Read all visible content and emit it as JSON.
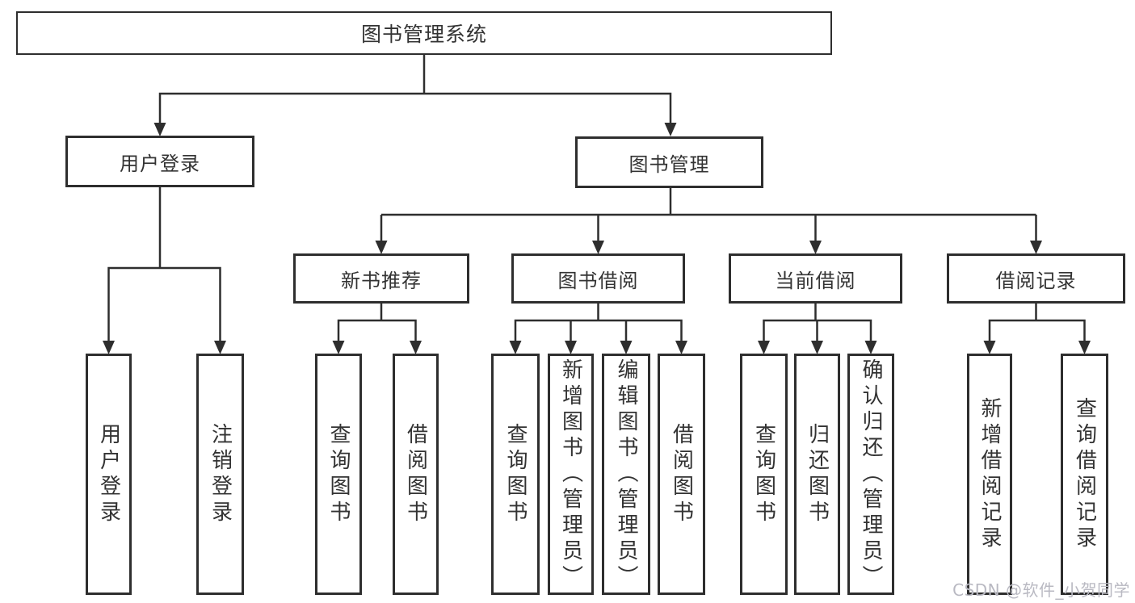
{
  "diagram": {
    "root": {
      "label": "图书管理系统"
    },
    "user_login": {
      "label": "用户登录",
      "children": [
        {
          "label": "用户登录"
        },
        {
          "label": "注销登录"
        }
      ]
    },
    "book_mgmt": {
      "label": "图书管理",
      "sections": [
        {
          "label": "新书推荐",
          "children": [
            {
              "label": "查询图书"
            },
            {
              "label": "借阅图书"
            }
          ]
        },
        {
          "label": "图书借阅",
          "children": [
            {
              "label": "查询图书"
            },
            {
              "label": "新增图书（管理员）"
            },
            {
              "label": "编辑图书（管理员）"
            },
            {
              "label": "借阅图书"
            }
          ]
        },
        {
          "label": "当前借阅",
          "children": [
            {
              "label": "查询图书"
            },
            {
              "label": "归还图书"
            },
            {
              "label": "确认归还（管理员）"
            }
          ]
        },
        {
          "label": "借阅记录",
          "children": [
            {
              "label": "新增借阅记录"
            },
            {
              "label": "查询借阅记录"
            }
          ]
        }
      ]
    }
  },
  "watermark": {
    "text": "CSDN @软件_小贺同学"
  },
  "colors": {
    "line": "#2e2e2e",
    "text": "#333333",
    "box_background": "#ffffff",
    "watermark": "#b9b9c2",
    "background": "#ffffff"
  }
}
